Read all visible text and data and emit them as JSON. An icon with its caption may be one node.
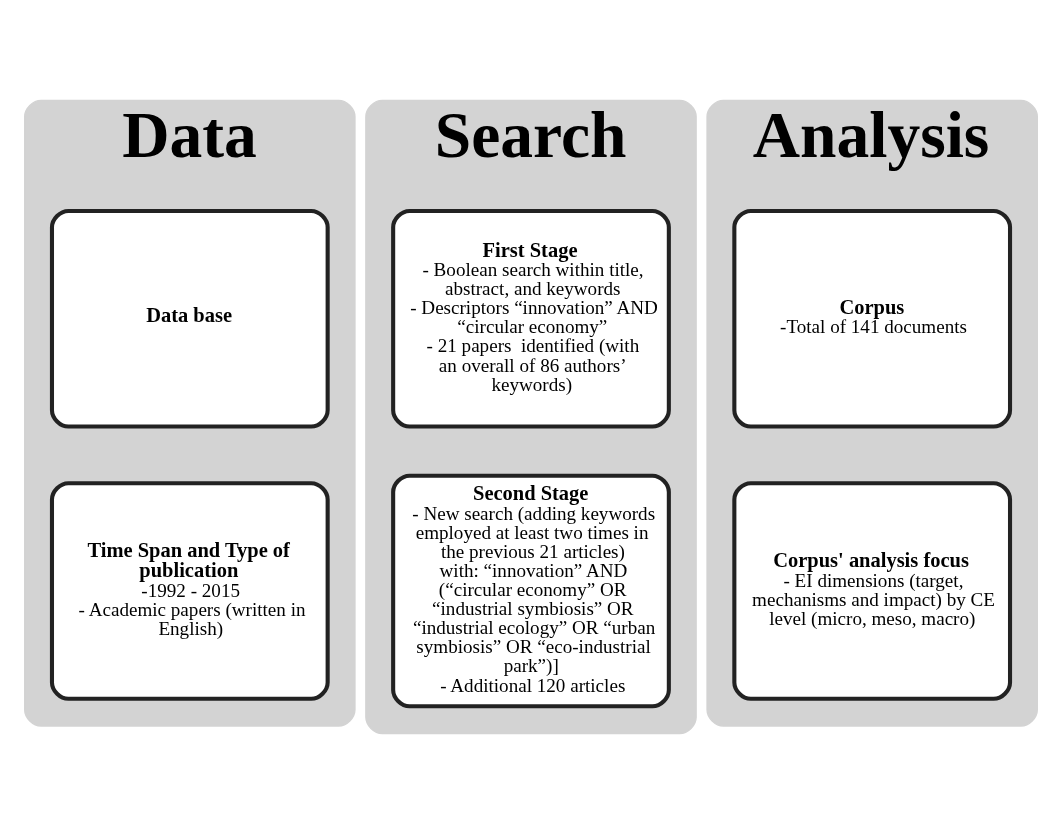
{
  "diagram": {
    "nodes": [
      {
        "text": [
          "Data"
        ]
      },
      {
        "text": [
          "Data base"
        ],
        "in": 0
      },
      {
        "text": [
          "Time Span and Type of publication",
          "-1992 - 2015",
          "- Academic papers (written in English)"
        ],
        "in": 0
      },
      {
        "text": [
          "Search"
        ]
      },
      {
        "text": [
          "First Stage",
          "- Boolean search within title, abstract, and keywords",
          "- Descriptors “innovation” AND “circular economy”",
          "- 21 papers  identified (with an overall of 86 authors’ keywords)"
        ],
        "in": 3
      },
      {
        "text": [
          "Second Stage",
          "- New search (adding keywords employed at least two times in the previous 21 articles) with: “innovation” AND (“circular economy” OR “industrial symbiosis” OR “industrial ecology” OR “urban symbiosis” OR “eco-industrial park”)]",
          "- Additional 120 articles"
        ],
        "in": 3
      },
      {
        "text": [
          "Analysis"
        ]
      },
      {
        "text": [
          "Corpus",
          "-Total of 141 documents"
        ],
        "in": 6
      },
      {
        "text": [
          "Corpus' analysis focus",
          "- EI dimensions (target, mechanisms and impact) by CE level (micro, meso, macro)"
        ],
        "in": 6
      }
    ],
    "edges": []
  }
}
